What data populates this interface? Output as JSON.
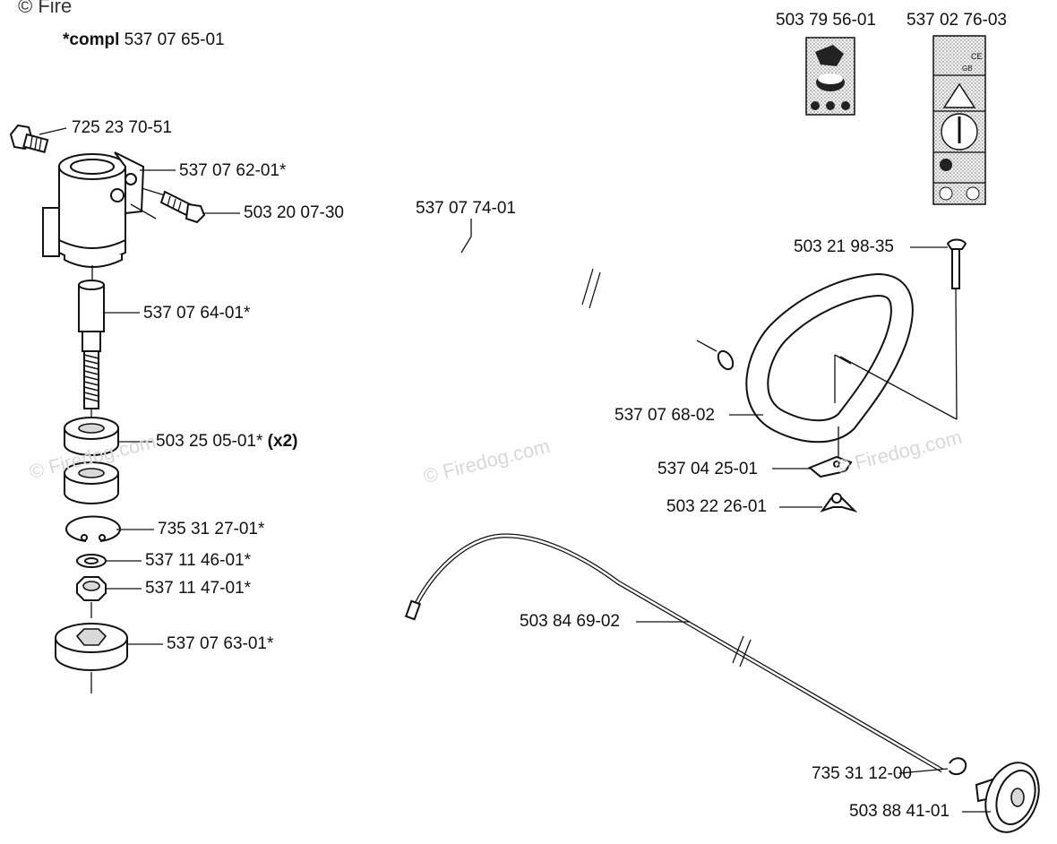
{
  "compl": {
    "prefix": "*compl",
    "number": "537 07 65-01"
  },
  "watermark": {
    "text": "© Firedog.com",
    "corner": "© Fire"
  },
  "parts": [
    {
      "id": "p1",
      "number": "725 23 70-51"
    },
    {
      "id": "p2",
      "number": "537 07 62-01*"
    },
    {
      "id": "p3",
      "number": "503 20 07-30"
    },
    {
      "id": "p4",
      "number": "537 07 64-01*"
    },
    {
      "id": "p5",
      "number": "503 25 05-01*",
      "qty": "(x2)"
    },
    {
      "id": "p6",
      "number": "735 31 27-01*"
    },
    {
      "id": "p7",
      "number": "537 11 46-01*"
    },
    {
      "id": "p8",
      "number": "537 11 47-01*"
    },
    {
      "id": "p9",
      "number": "537 07 63-01*"
    },
    {
      "id": "p10",
      "number": "503 79 56-01"
    },
    {
      "id": "p11",
      "number": "537 02 76-03"
    },
    {
      "id": "p12",
      "number": "537 07 74-01"
    },
    {
      "id": "p13",
      "number": "503 21 98-35"
    },
    {
      "id": "p14",
      "number": "537 07 68-02"
    },
    {
      "id": "p15",
      "number": "537 04 25-01"
    },
    {
      "id": "p16",
      "number": "503 22 26-01"
    },
    {
      "id": "p17",
      "number": "503 84 69-02"
    },
    {
      "id": "p18",
      "number": "735 31 12-00"
    },
    {
      "id": "p19",
      "number": "503 88 41-01"
    }
  ],
  "decal_text": {
    "ce": "CE",
    "gb": "GB"
  }
}
